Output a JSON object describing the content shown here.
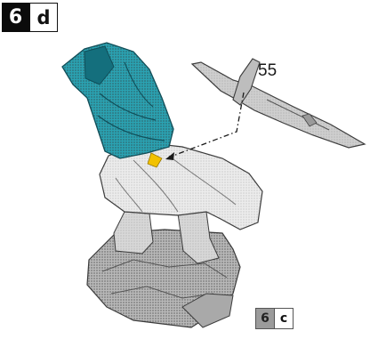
{
  "step": {
    "number": "6",
    "sub": "d"
  },
  "part": {
    "number": "55"
  },
  "reference": {
    "number": "6",
    "sub": "c"
  },
  "colors": {
    "cloak": "#2aa3b3",
    "cloak_dark": "#146f7d",
    "robe": "#e6e6e6",
    "stone": "#b9b9b9",
    "sword": "#cfcfcf",
    "glue_marker": "#f2c200",
    "leader_line": "#1a1a1a"
  }
}
